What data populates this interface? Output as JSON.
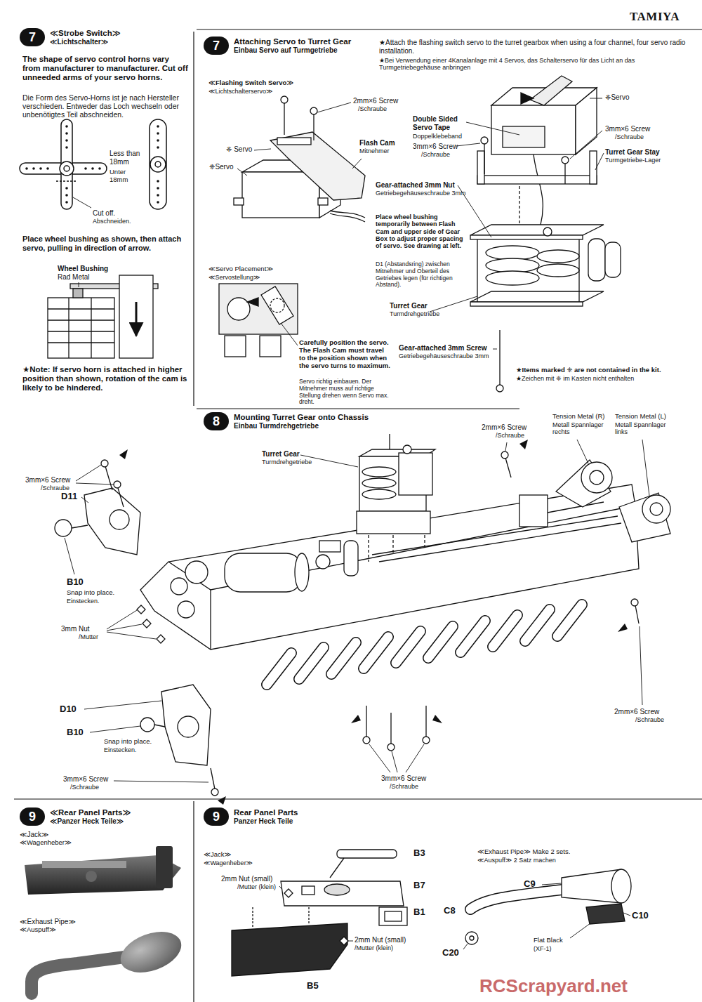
{
  "diagram": {
    "nodes": [
      {
        "text": [
          "7",
          "≪Strobe Switch≫",
          "≪Lichtschalter≫"
        ]
      },
      {
        "text": [
          "7",
          "Attaching Servo to Turret Gear",
          "Einbau Servo auf Turmgetriebe"
        ]
      },
      {
        "text": [
          "8",
          "Mounting Turret Gear onto Chassis",
          "Einbau Turmdrehgetriebe"
        ]
      },
      {
        "text": [
          "9",
          "≪Rear Panel Parts≫",
          "≪Panzer Heck Teile≫"
        ]
      },
      {
        "text": [
          "9",
          "Rear Panel Parts",
          "Panzer Heck Teile"
        ]
      }
    ],
    "labels": [
      "TAMIYA",
      "The shape of servo control horns vary from manufacturer to manufacturer. Cut off unneeded arms of your servo horns.",
      "Die Form des Servo-Horns ist je nach Hersteller verschieden. Entweder das Loch wechseln oder unbenötigtes Teil abschneiden.",
      "Less than 18mm",
      "Unter 18mm",
      "Cut off.",
      "Abschneiden.",
      "Place wheel bushing as shown, then attach servo, pulling in direction of arrow.",
      "Wheel Bushing",
      "Rad Metal",
      "★Note: If servo horn is attached in higher position than shown, rotation of the cam is likely to be hindered.",
      "★Attach the flashing switch servo to the turret gearbox when using a four channel, four servo radio installation.",
      "★Bei Verwendung einer 4Kanalanlage mit 4 Servos, das Schalterservo für das Licht an das Turmgetriebegehäuse anbringen",
      "≪Flashing Switch Servo≫",
      "≪Lichtschalterservo≫",
      "2mm×6 Screw",
      "/Schraube",
      "❈ Servo",
      "Flash Cam",
      "Mitnehmer",
      "❈Servo",
      "≪Servo Placement≫",
      "≪Servostellung≫",
      "Carefully position the servo. The Flash Cam must travel to the position shown when the servo turns to maximum.",
      "Servo richtig einbauen. Der Mitnehmer muss auf richtige Stellung drehen wenn Servo max. dreht.",
      "❈Servo",
      "Double Sided Servo Tape",
      "Doppelklebeband",
      "3mm×6 Screw",
      "/Schraube",
      "3mm×6 Screw",
      "/Schraube",
      "Turret Gear Stay",
      "Turmgetriebe-Lager",
      "Gear-attached 3mm Nut",
      "Getriebegehäuseschraube 3mm",
      "Place wheel bushing temporarily between Flash Cam and upper side of Gear Box to adjust proper spacing of servo. See drawing at left.",
      "D1 (Abstandsring) zwischen Mitnehmer und Oberteil des Getriebes legen (für richtigen Abstand).",
      "Turret Gear",
      "Turmdrehgetriebe",
      "Gear-attached 3mm Screw",
      "Getriebegehäuseschraube 3mm",
      "★Items marked ❈ are not contained in the kit.",
      "★Zeichen mit ❈ im Kasten nicht enthalten",
      "Turret Gear",
      "Turmdrehgetriebe",
      "2mm×6 Screw",
      "/Schraube",
      "Tension Metal (R)",
      "Metall Spannlager rechts",
      "Tension Metal (L)",
      "Metall Spannlager links",
      "3mm×6 Screw",
      "/Schraube",
      "D11",
      "B10",
      "Snap into place.",
      "Einstecken.",
      "3mm Nut",
      "/Mutter",
      "D10",
      "B10",
      "Snap into place.",
      "Einstecken.",
      "3mm×6 Screw",
      "/Schraube",
      "3mm×6 Screw",
      "/Schraube",
      "2mm×6 Screw",
      "/Schraube",
      "≪Jack≫",
      "≪Wagenheber≫",
      "≪Exhaust Pipe≫",
      "≪Auspuff≫",
      "≪Jack≫",
      "≪Wagenheber≫",
      "B3",
      "B7",
      "2mm Nut (small)",
      "/Mutter (klein)",
      "B1",
      "2mm Nut (small)",
      "/Mutter (klein)",
      "B5",
      "≪Exhaust Pipe≫ Make 2 sets.",
      "≪Auspuff≫ 2 Satz machen",
      "C9",
      "C8",
      "C20",
      "Flat Black",
      "(XF-1)",
      "C10",
      "RCScrapyard.net"
    ]
  }
}
